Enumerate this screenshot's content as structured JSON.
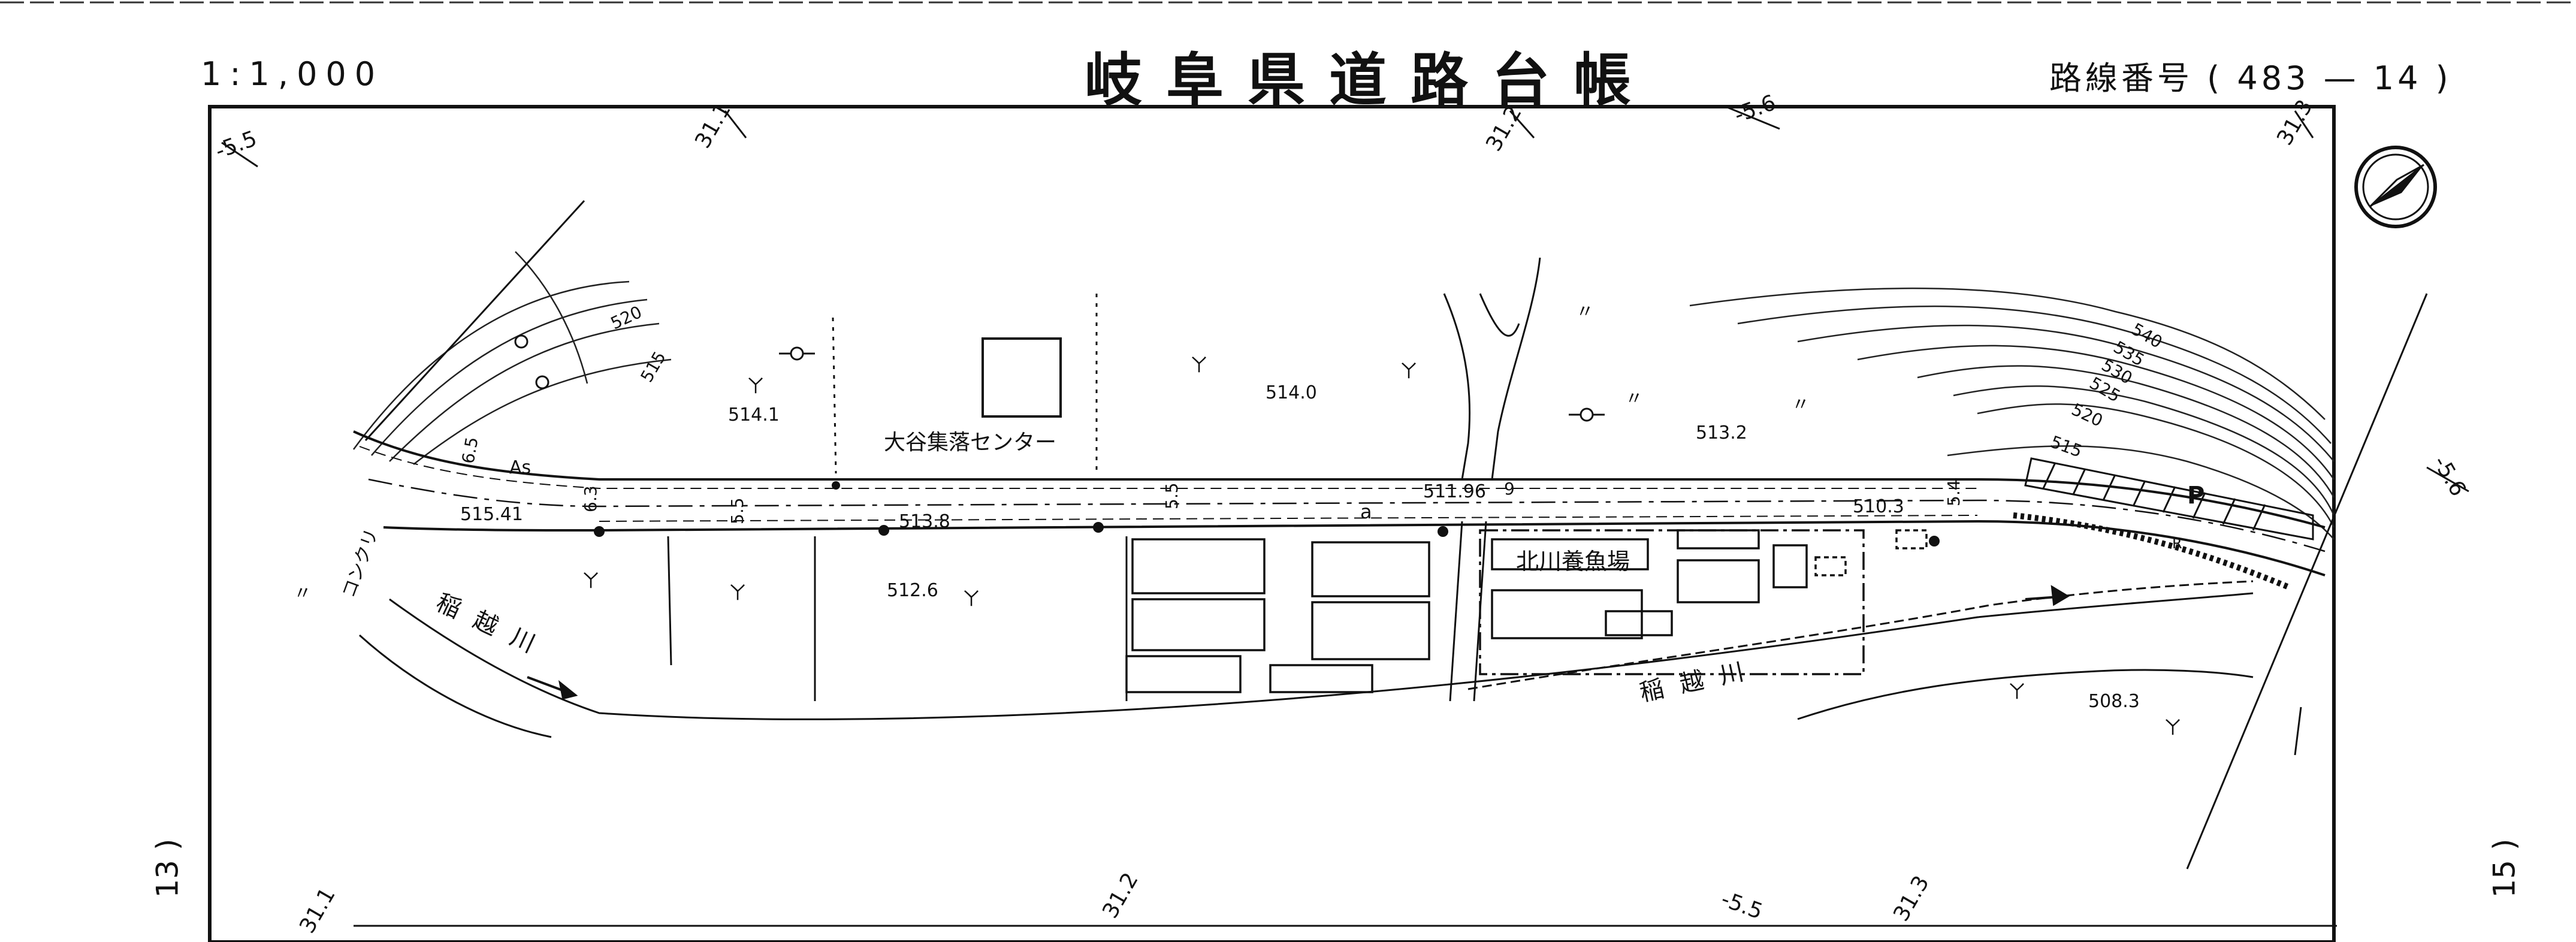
{
  "header": {
    "scale": "1:1,000",
    "title": "岐阜県道路台帳",
    "route_label": "路線番号",
    "route_number": "( 483 — 14 )"
  },
  "sheet_refs": {
    "left": "13 )",
    "right": "15 )"
  },
  "grid_labels": {
    "top_1": "-5.5",
    "top_2": "31.1",
    "top_3": "31.2",
    "top_4": "-5.6",
    "top_5": "31.3",
    "right_1": "-5.6",
    "bottom_1": "31.1",
    "bottom_2": "31.2",
    "bottom_3": "-5.5",
    "bottom_4": "31.3"
  },
  "places": {
    "community_center": "大谷集落センター",
    "fish_farm": "北川養魚場",
    "river_1": "稲越川",
    "river_2": "稲越川",
    "concrete": "コンクリ",
    "as_mark": "As"
  },
  "elevations": {
    "e1": "514.1",
    "e2": "514.0",
    "e3": "513.2",
    "e4": "515.41",
    "e5": "513.8",
    "e6": "511.96",
    "e7": "510.3",
    "e8": "512.6",
    "e9": "508.3"
  },
  "road_widths": {
    "w1": "6.5",
    "w2": "6.3",
    "w3": "5.5",
    "w4": "5.5",
    "w5": "9",
    "w6": "5.4"
  },
  "contours": {
    "c1": "520",
    "c2": "515",
    "c3": "540",
    "c4": "535",
    "c5": "530",
    "c6": "525",
    "c7": "520",
    "c8": "515"
  },
  "symbols": {
    "paddy": "ㄚ",
    "field": "〃",
    "parking": "P",
    "road_a": "a",
    "road_r": "R"
  }
}
